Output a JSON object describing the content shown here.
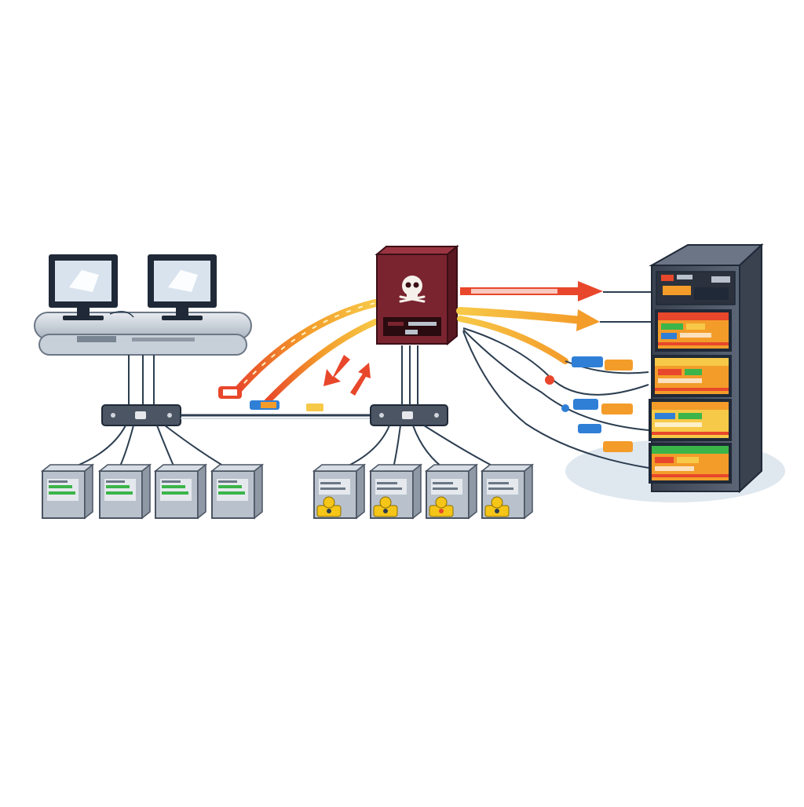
{
  "diagram": {
    "workstation_count": 2,
    "switch_count": 2,
    "left_host_count": 4,
    "right_host_count": 4,
    "rack_unit_count": 4
  },
  "icons": {
    "attacker": "skull-icon",
    "workstation": "monitor-icon",
    "switch": "network-switch-icon",
    "host": "server-icon",
    "rack": "server-rack-icon"
  },
  "colors": {
    "background": "#ffffff",
    "attacker_body": "#7a2430",
    "attacker_dark": "#5a1822",
    "flow_orange": "#f39c2a",
    "flow_yellow": "#f7c948",
    "flow_red": "#e8472b",
    "cable": "#2c3e50",
    "device_gray": "#b9c2cc",
    "device_dark": "#4b5563",
    "rack_body": "#4a5568",
    "screen_blue": "#5b7fb3",
    "host_green": "#3bb54a",
    "badge_yellow": "#f5c518"
  }
}
